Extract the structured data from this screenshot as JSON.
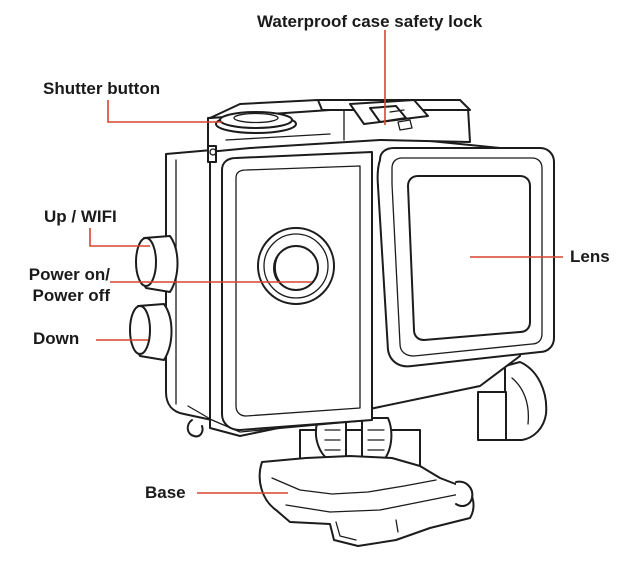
{
  "labels": {
    "safety_lock": "Waterproof case safety lock",
    "shutter": "Shutter button",
    "up_wifi": "Up / WIFI",
    "power_line1": "Power on/",
    "power_line2": "Power off",
    "down": "Down",
    "lens": "Lens",
    "base": "Base"
  },
  "colors": {
    "leader": "#d9452f",
    "ink": "#1c1c1c",
    "background": "#ffffff"
  }
}
